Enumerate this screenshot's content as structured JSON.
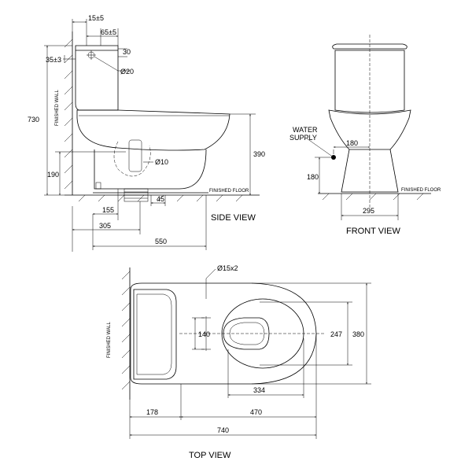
{
  "views": {
    "side": "SIDE VIEW",
    "front": "FRONT VIEW",
    "top": "TOP VIEW"
  },
  "labels": {
    "finished_wall": "FINISHED WALL",
    "finished_floor": "FINISHED FLOOR",
    "water_supply_1": "WATER",
    "water_supply_2": "SUPPLY"
  },
  "side_dims": {
    "d15": "15±5",
    "d65": "65±5",
    "d30": "30",
    "d35": "35±3",
    "phi20": "Ø20",
    "h730": "730",
    "h390": "390",
    "h190": "190",
    "phi10": "Ø10",
    "d45": "45",
    "d155": "155",
    "d305": "305",
    "d550": "550"
  },
  "front_dims": {
    "d180h": "180",
    "d180v": "180",
    "d295": "295"
  },
  "top_dims": {
    "phi15x2": "Ø15x2",
    "d140": "140",
    "d247": "247",
    "d380": "380",
    "d334": "334",
    "d178": "178",
    "d470": "470",
    "d740": "740"
  }
}
